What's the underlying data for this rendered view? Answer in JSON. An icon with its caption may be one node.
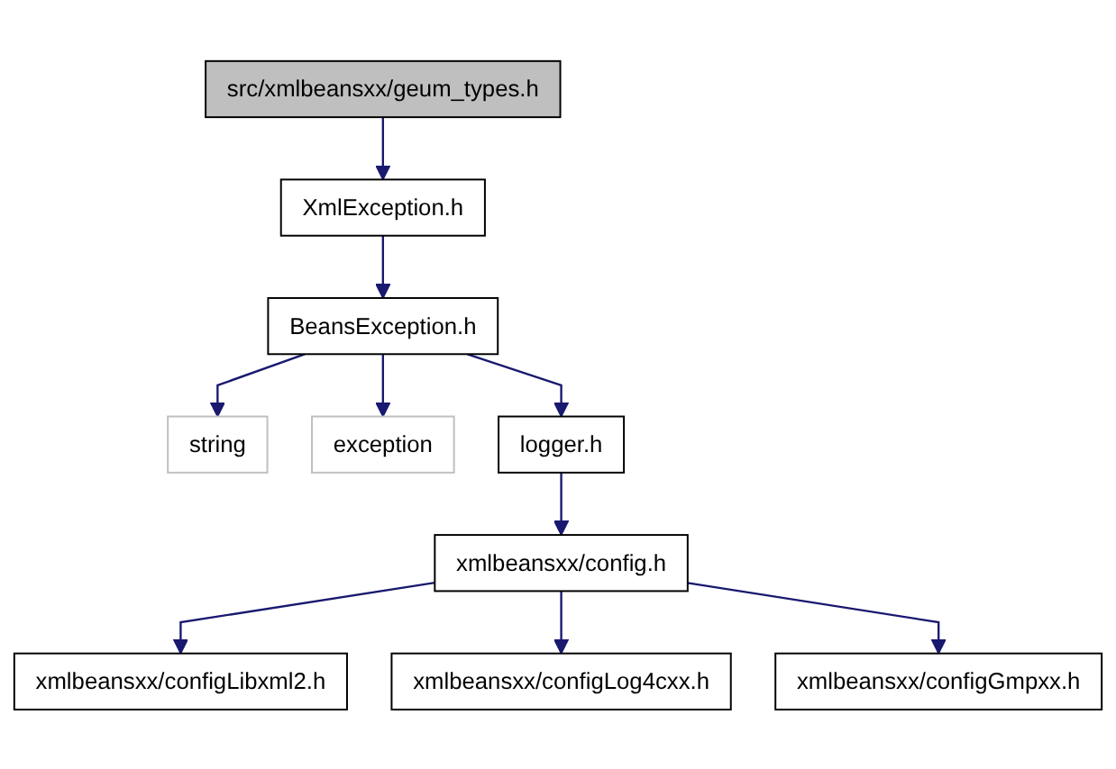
{
  "diagram": {
    "nodes": [
      {
        "text": [
          "src/xmlbeansxx/geum_types.h"
        ]
      },
      {
        "text": [
          "XmlException.h"
        ]
      },
      {
        "text": [
          "BeansException.h"
        ]
      },
      {
        "text": [
          "string"
        ]
      },
      {
        "text": [
          "exception"
        ]
      },
      {
        "text": [
          "logger.h"
        ]
      },
      {
        "text": [
          "xmlbeansxx/config.h"
        ]
      },
      {
        "text": [
          "xmlbeansxx/configLibxml2.h"
        ]
      },
      {
        "text": [
          "xmlbeansxx/configLog4cxx.h"
        ]
      },
      {
        "text": [
          "xmlbeansxx/configGmpxx.h"
        ]
      }
    ],
    "edges": [
      {
        "from": 0,
        "to": 1,
        "arrow": "to"
      },
      {
        "from": 1,
        "to": 2,
        "arrow": "to"
      },
      {
        "from": 2,
        "to": 3,
        "arrow": "to"
      },
      {
        "from": 2,
        "to": 4,
        "arrow": "to"
      },
      {
        "from": 2,
        "to": 5,
        "arrow": "to"
      },
      {
        "from": 5,
        "to": 6,
        "arrow": "to"
      },
      {
        "from": 6,
        "to": 7,
        "arrow": "to"
      },
      {
        "from": 6,
        "to": 8,
        "arrow": "to"
      },
      {
        "from": 6,
        "to": 9,
        "arrow": "to"
      }
    ]
  }
}
